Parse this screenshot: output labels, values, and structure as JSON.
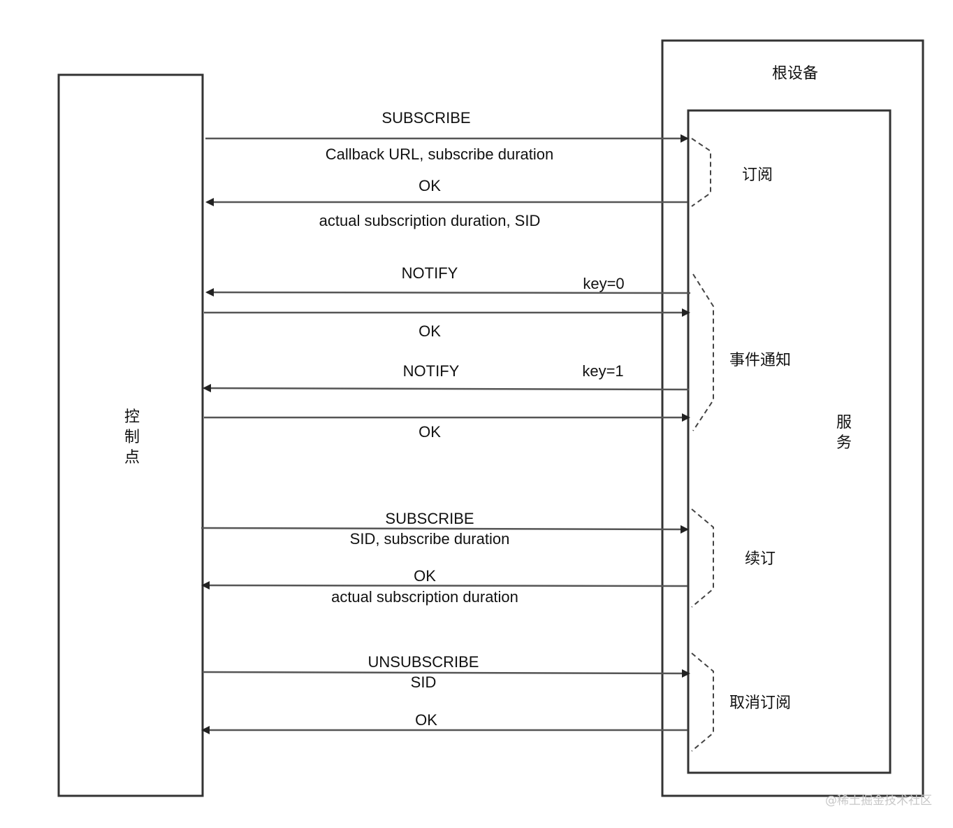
{
  "actors": {
    "control_point": [
      "控",
      "制",
      "点"
    ],
    "root_device": "根设备",
    "service": [
      "服",
      "务"
    ]
  },
  "phases": {
    "subscribe": "订阅",
    "event_notify": "事件通知",
    "renew": "续订",
    "unsubscribe": "取消订阅"
  },
  "messages": {
    "subscribe_req": "SUBSCRIBE",
    "subscribe_req_params": "Callback URL, subscribe duration",
    "subscribe_ok": "OK",
    "subscribe_ok_params": "actual subscription duration, SID",
    "notify_0": "NOTIFY",
    "notify_0_key": "key=0",
    "notify_0_ok": "OK",
    "notify_1": "NOTIFY",
    "notify_1_key": "key=1",
    "notify_1_ok": "OK",
    "renew_req": "SUBSCRIBE",
    "renew_req_params": "SID, subscribe duration",
    "renew_ok": "OK",
    "renew_ok_params": "actual subscription duration",
    "unsubscribe_req": "UNSUBSCRIBE",
    "unsubscribe_req_params": "SID",
    "unsubscribe_ok": "OK"
  },
  "watermark": "@稀土掘金技术社区"
}
